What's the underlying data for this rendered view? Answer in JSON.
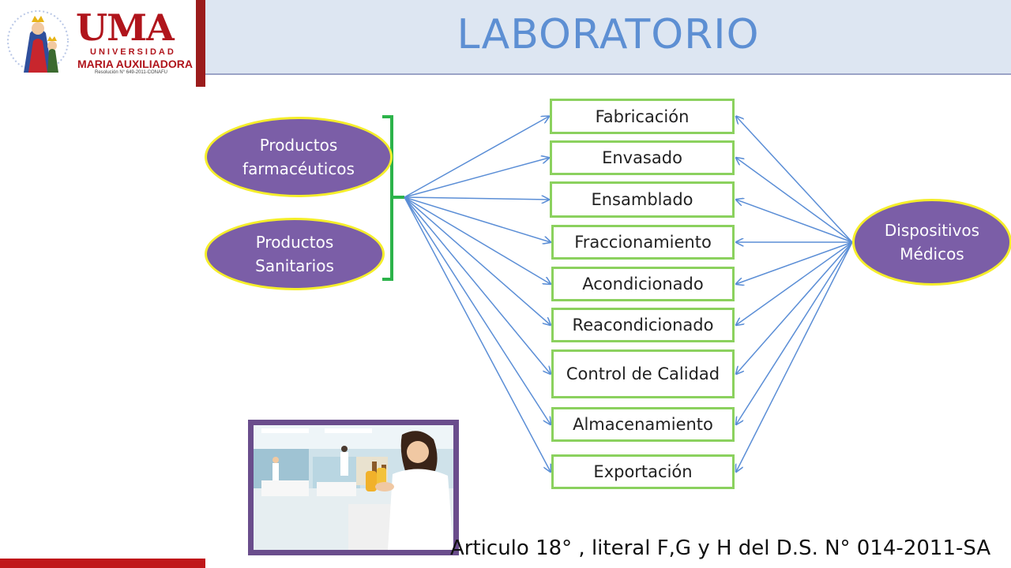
{
  "logo": {
    "brand": "UMA",
    "university": "UNIVERSIDAD",
    "name": "MARIA AUXILIADORA",
    "resolution": "Resolución N° 649-2011-CONAFU"
  },
  "header": {
    "title": "LABORATORIO"
  },
  "left_nodes": [
    {
      "line1": "Productos",
      "line2": "farmacéuticos"
    },
    {
      "line1": "Productos",
      "line2": "Sanitarios"
    }
  ],
  "right_node": {
    "line1": "Dispositivos",
    "line2": "Médicos"
  },
  "activities": [
    "Fabricación",
    "Envasado",
    "Ensamblado",
    "Fraccionamiento",
    "Acondicionado",
    "Reacondicionado",
    "Control de Calidad",
    "Almacenamiento",
    "Exportación"
  ],
  "caption": "Articulo 18°  , literal  F,G y H del D.S. N° 014-2011-SA",
  "colors": {
    "box_border": "#8bd15e",
    "oval_fill": "#7b5ea7",
    "oval_border": "#f5ee2a",
    "arrow": "#5b8ed6",
    "brace": "#2cb34a",
    "title": "#5d8fd3"
  }
}
